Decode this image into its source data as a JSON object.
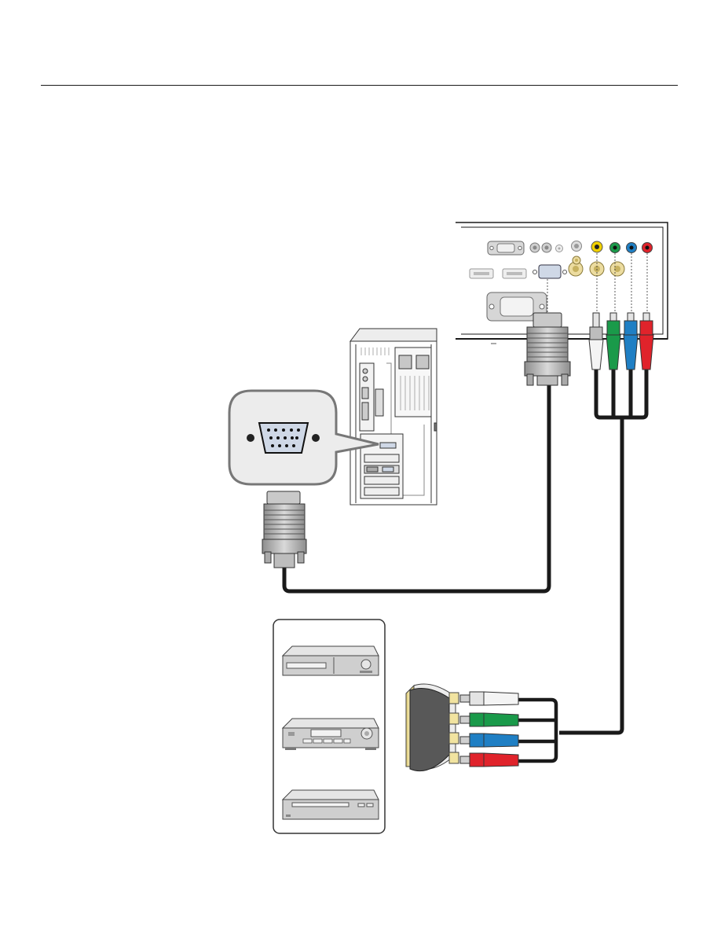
{
  "page": {
    "has_header_rule": true,
    "background": "#ffffff"
  },
  "diagram": {
    "icons": [
      "projector-rear-panel",
      "pc-tower",
      "vga-port-zoom",
      "vga-connector",
      "rca-connector-white",
      "rca-connector-green",
      "rca-connector-blue",
      "rca-connector-red",
      "scart-adapter",
      "vcr-icon",
      "av-receiver-icon",
      "dvd-player-icon"
    ],
    "colors": {
      "cable": "#1a1a1a",
      "white_plug": "#f4f4f4",
      "green_plug": "#1a9a4a",
      "blue_plug": "#1f7fc4",
      "red_plug": "#e0232b",
      "scart_gold": "#f1e3a0",
      "scart_body": "#585858",
      "device_gray": "#d3d3d3"
    }
  }
}
